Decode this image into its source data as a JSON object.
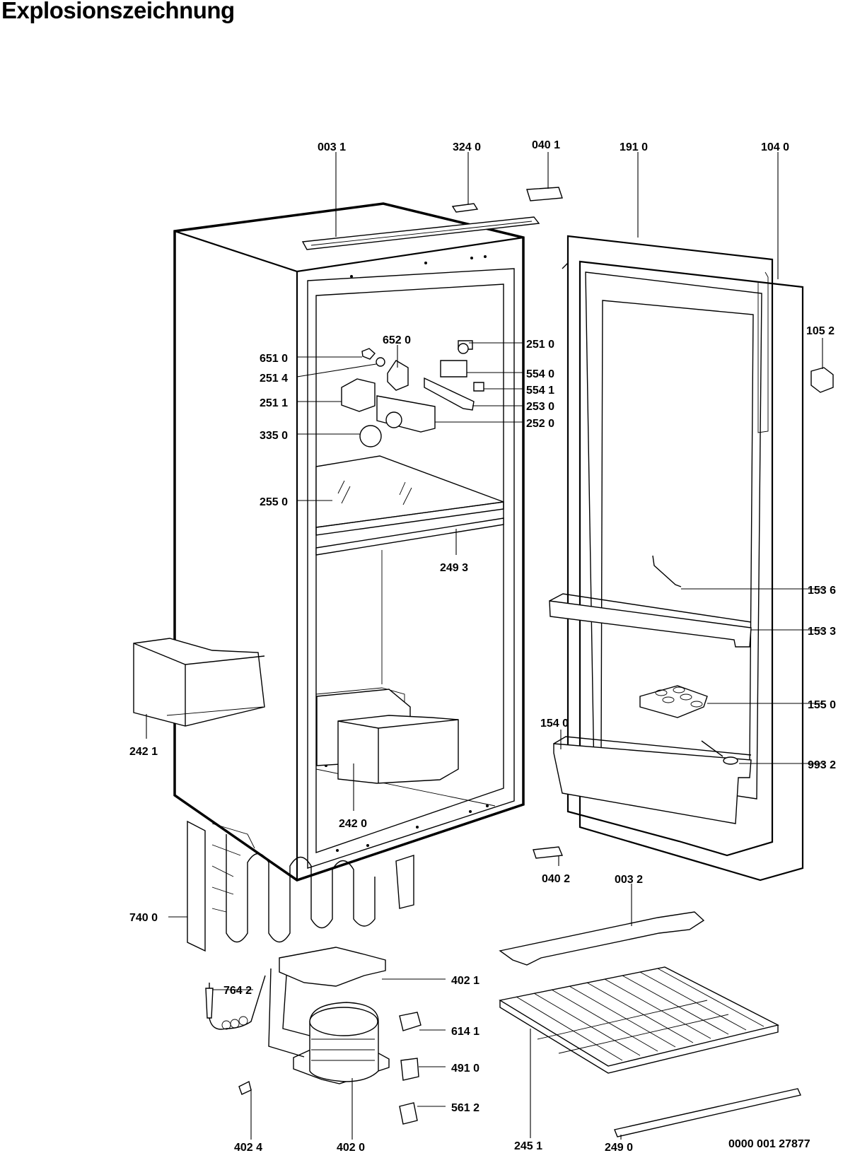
{
  "title": "Explosionszeichnung",
  "document_number": "0000 001 27877",
  "part_labels": {
    "p0031": "003 1",
    "p3240": "324 0",
    "p0401": "040 1",
    "p1910": "191 0",
    "p1040": "104 0",
    "p1052": "105 2",
    "p6520": "652 0",
    "p6510": "651 0",
    "p2514": "251 4",
    "p2511": "251 1",
    "p3350": "335 0",
    "p2510": "251 0",
    "p5540": "554 0",
    "p5541": "554 1",
    "p2530": "253 0",
    "p2520": "252 0",
    "p2550": "255 0",
    "p2493": "249 3",
    "p1536": "153 6",
    "p1533": "153 3",
    "p1550": "155 0",
    "p1540": "154 0",
    "p9932": "993 2",
    "p2421": "242 1",
    "p2420": "242 0",
    "p0402": "040 2",
    "p0032": "003 2",
    "p7400": "740 0",
    "p7642": "764 2",
    "p4021": "402 1",
    "p6141": "614 1",
    "p4910": "491 0",
    "p5612": "561 2",
    "p4024": "402 4",
    "p4020": "402 0",
    "p2451": "245 1",
    "p2490": "249 0"
  }
}
